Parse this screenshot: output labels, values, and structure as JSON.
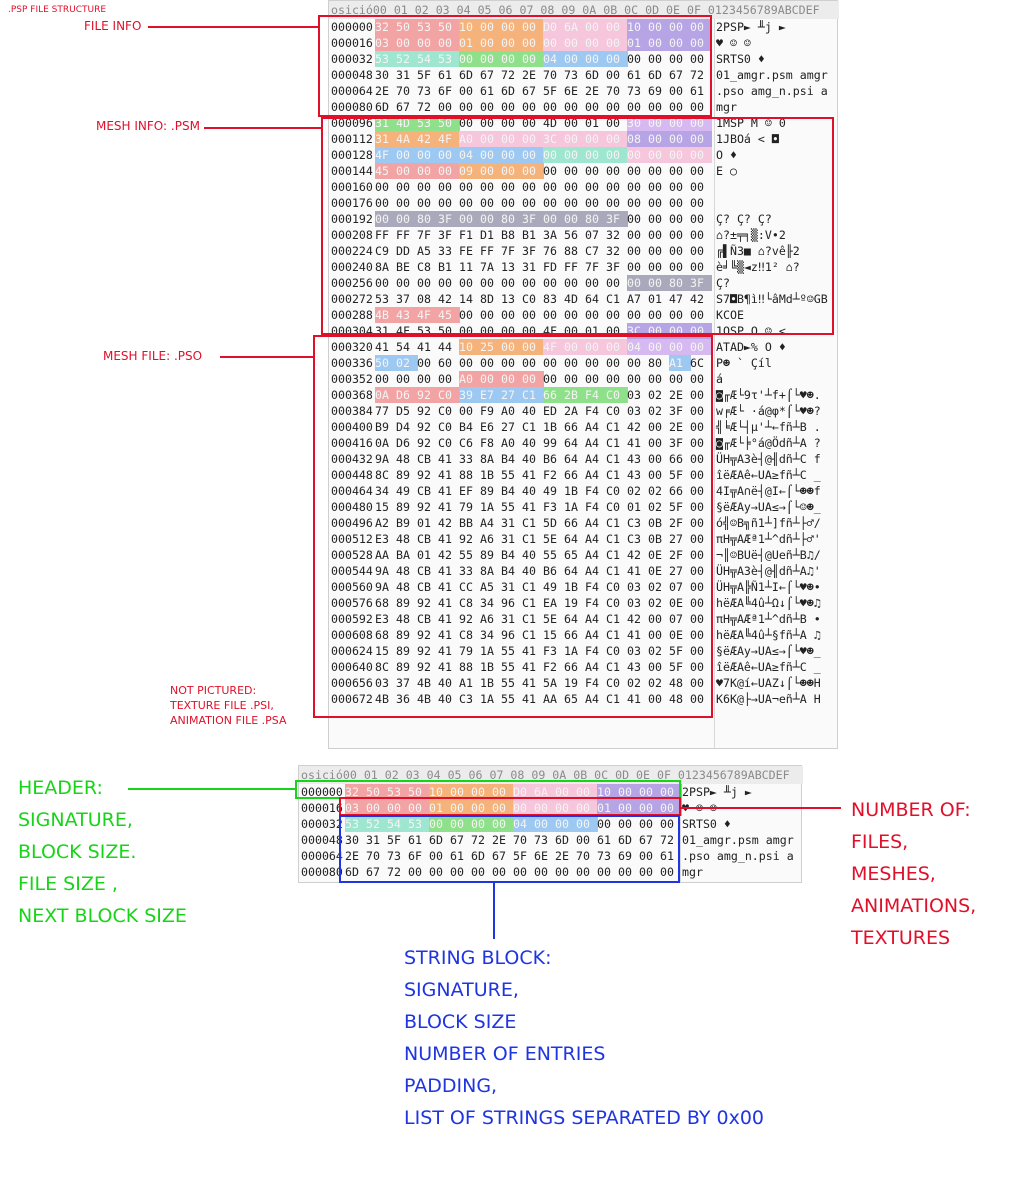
{
  "title": ".PSP FILE STRUCTURE",
  "hex_header": "osició00 01 02 03 04 05 06 07 08 09 0A 0B 0C 0D 0E 0F 0123456789ABCDEF",
  "top_dump": {
    "rows": [
      {
        "off": "000000",
        "bytes": "32 50 53 50 10 00 00 00 D0 6A 00 00 10 00 00 00",
        "ascii": "2PSP► ╨j ►"
      },
      {
        "off": "000016",
        "bytes": "03 00 00 00 01 00 00 00 00 00 00 00 01 00 00 00",
        "ascii": "♥ ☺ ☺"
      },
      {
        "off": "000032",
        "bytes": "53 52 54 53 00 00 00 00 04 00 00 00 00 00 00 00",
        "ascii": "SRTS0 ♦"
      },
      {
        "off": "000048",
        "bytes": "30 31 5F 61 6D 67 72 2E 70 73 6D 00 61 6D 67 72",
        "ascii": "01_amgr.psm amgr"
      },
      {
        "off": "000064",
        "bytes": "2E 70 73 6F 00 61 6D 67 5F 6E 2E 70 73 69 00 61",
        "ascii": ".pso amg_n.psi a"
      },
      {
        "off": "000080",
        "bytes": "6D 67 72 00 00 00 00 00 00 00 00 00 00 00 00 00",
        "ascii": "mgr"
      },
      {
        "off": "000096",
        "bytes": "31 4D 53 50 00 00 00 00 4D 00 01 00 30 00 00 00",
        "ascii": "1MSP M ☺ 0"
      },
      {
        "off": "000112",
        "bytes": "31 4A 42 4F A0 00 00 00 3C 00 00 00 08 00 00 00",
        "ascii": "1JBOá < ◘"
      },
      {
        "off": "000128",
        "bytes": "4F 00 00 00 04 00 00 00 00 00 00 00 00 00 00 00",
        "ascii": "O ♦"
      },
      {
        "off": "000144",
        "bytes": "45 00 00 00 09 00 00 00 00 00 00 00 00 00 00 00",
        "ascii": "E ○"
      },
      {
        "off": "000160",
        "bytes": "00 00 00 00 00 00 00 00 00 00 00 00 00 00 00 00",
        "ascii": ""
      },
      {
        "off": "000176",
        "bytes": "00 00 00 00 00 00 00 00 00 00 00 00 00 00 00 00",
        "ascii": ""
      },
      {
        "off": "000192",
        "bytes": "00 00 80 3F 00 00 80 3F 00 00 80 3F 00 00 00 00",
        "ascii": "Ç? Ç? Ç?"
      },
      {
        "off": "000208",
        "bytes": "FF FF 7F 3F F1 D1 B8 B1 3A 56 07 32 00 00 00 00",
        "ascii": "⌂?±╤╕▒:V•2"
      },
      {
        "off": "000224",
        "bytes": "C9 DD A5 33 FE FF 7F 3F 76 88 C7 32 00 00 00 00",
        "ascii": "╔▌Ñ3■ ⌂?vê╟2"
      },
      {
        "off": "000240",
        "bytes": "8A BE C8 B1 11 7A 13 31 FD FF 7F 3F 00 00 00 00",
        "ascii": "è╛╚▒◄z‼1² ⌂?"
      },
      {
        "off": "000256",
        "bytes": "00 00 00 00 00 00 00 00 00 00 00 00 00 00 80 3F",
        "ascii": "Ç?"
      },
      {
        "off": "000272",
        "bytes": "53 37 08 42 14 8D 13 C0 83 4D 64 C1 A7 01 47 42",
        "ascii": "S7◘B¶ì‼└âMd┴º☺GB"
      },
      {
        "off": "000288",
        "bytes": "4B 43 4F 45 00 00 00 00 00 00 00 00 00 00 00 00",
        "ascii": "KCOE"
      },
      {
        "off": "000304",
        "bytes": "31 4F 53 50 00 00 00 00 4F 00 01 00 3C 00 00 00",
        "ascii": "1OSP O ☺ <"
      },
      {
        "off": "000320",
        "bytes": "41 54 41 44 10 25 00 00 4F 00 00 00 04 00 00 00",
        "ascii": "ATAD►% O ♦"
      },
      {
        "off": "000336",
        "bytes": "50 02 00 60 00 00 00 00 00 00 00 00 00 80 A1 6C",
        "ascii": "P☻ ` Çíl"
      },
      {
        "off": "000352",
        "bytes": "00 00 00 00 A0 00 00 00 00 00 00 00 00 00 00 00",
        "ascii": "á"
      },
      {
        "off": "000368",
        "bytes": "0A D6 92 C0 39 E7 27 C1 66 2B F4 C0 03 02 2E 00",
        "ascii": "◙╓Æ└9τ'┴f+⌠└♥☻."
      },
      {
        "off": "000384",
        "bytes": "77 D5 92 C0 00 F9 A0 40 ED 2A F4 C0 03 02 3F 00",
        "ascii": "w╒Æ└ ·á@φ*⌠└♥☻?"
      },
      {
        "off": "000400",
        "bytes": "B9 D4 92 C0 B4 E6 27 C1 1B 66 A4 C1 42 00 2E 00",
        "ascii": "╣╘Æ└┤µ'┴←fñ┴B ."
      },
      {
        "off": "000416",
        "bytes": "0A D6 92 C0 C6 F8 A0 40 99 64 A4 C1 41 00 3F 00",
        "ascii": "◙╓Æ└╞°á@Ödñ┴A ?"
      },
      {
        "off": "000432",
        "bytes": "9A 48 CB 41 33 8A B4 40 B6 64 A4 C1 43 00 66 00",
        "ascii": "ÜH╦A3è┤@╢dñ┴C f"
      },
      {
        "off": "000448",
        "bytes": "8C 89 92 41 88 1B 55 41 F2 66 A4 C1 43 00 5F 00",
        "ascii": "îëÆAê←UA≥fñ┴C _"
      },
      {
        "off": "000464",
        "bytes": "34 49 CB 41 EF 89 B4 40 49 1B F4 C0 02 02 66 00",
        "ascii": "4I╦A∩ë┤@I←⌠└☻☻f"
      },
      {
        "off": "000480",
        "bytes": "15 89 92 41 79 1A 55 41 F3 1A F4 C0 01 02 5F 00",
        "ascii": "§ëÆAy→UA≤→⌠└☺☻_"
      },
      {
        "off": "000496",
        "bytes": "A2 B9 01 42 BB A4 31 C1 5D 66 A4 C1 C3 0B 2F 00",
        "ascii": "ó╣☺B╗ñ1┴]fñ┴├♂/"
      },
      {
        "off": "000512",
        "bytes": "E3 48 CB 41 92 A6 31 C1 5E 64 A4 C1 C3 0B 27 00",
        "ascii": "πH╦AÆª1┴^dñ┴├♂'"
      },
      {
        "off": "000528",
        "bytes": "AA BA 01 42 55 89 B4 40 55 65 A4 C1 42 0E 2F 00",
        "ascii": "¬║☺BUë┤@Ueñ┴B♫/"
      },
      {
        "off": "000544",
        "bytes": "9A 48 CB 41 33 8A B4 40 B6 64 A4 C1 41 0E 27 00",
        "ascii": "ÜH╦A3è┤@╢dñ┴A♫'"
      },
      {
        "off": "000560",
        "bytes": "9A 48 CB 41 CC A5 31 C1 49 1B F4 C0 03 02 07 00",
        "ascii": "ÜH╦A╠Ñ1┴I←⌠└♥☻•"
      },
      {
        "off": "000576",
        "bytes": "68 89 92 41 C8 34 96 C1 EA 19 F4 C0 03 02 0E 00",
        "ascii": "hëÆA╚4û┴Ω↓⌠└♥☻♫"
      },
      {
        "off": "000592",
        "bytes": "E3 48 CB 41 92 A6 31 C1 5E 64 A4 C1 42 00 07 00",
        "ascii": "πH╦AÆª1┴^dñ┴B •"
      },
      {
        "off": "000608",
        "bytes": "68 89 92 41 C8 34 96 C1 15 66 A4 C1 41 00 0E 00",
        "ascii": "hëÆA╚4û┴§fñ┴A ♫"
      },
      {
        "off": "000624",
        "bytes": "15 89 92 41 79 1A 55 41 F3 1A F4 C0 03 02 5F 00",
        "ascii": "§ëÆAy→UA≤→⌠└♥☻_"
      },
      {
        "off": "000640",
        "bytes": "8C 89 92 41 88 1B 55 41 F2 66 A4 C1 43 00 5F 00",
        "ascii": "îëÆAê←UA≥fñ┴C _"
      },
      {
        "off": "000656",
        "bytes": "03 37 4B 40 A1 1B 55 41 5A 19 F4 C0 02 02 48 00",
        "ascii": "♥7K@í←UAZ↓⌠└☻☻H"
      },
      {
        "off": "000672",
        "bytes": "4B 36 4B 40 C3 1A 55 41 AA 65 A4 C1 41 00 48 00",
        "ascii": "K6K@├→UA¬eñ┴A H"
      }
    ]
  },
  "bottom_dump": {
    "rows": [
      {
        "off": "000000",
        "bytes": "32 50 53 50 10 00 00 00 D0 6A 00 00 10 00 00 00",
        "ascii": "2PSP► ╨j ►"
      },
      {
        "off": "000016",
        "bytes": "03 00 00 00 01 00 00 00 00 00 00 00 01 00 00 00",
        "ascii": "♥ ☺ ☺"
      },
      {
        "off": "000032",
        "bytes": "53 52 54 53 00 00 00 00 04 00 00 00 00 00 00 00",
        "ascii": "SRTS0 ♦"
      },
      {
        "off": "000048",
        "bytes": "30 31 5F 61 6D 67 72 2E 70 73 6D 00 61 6D 67 72",
        "ascii": "01_amgr.psm amgr"
      },
      {
        "off": "000064",
        "bytes": "2E 70 73 6F 00 61 6D 67 5F 6E 2E 70 73 69 00 61",
        "ascii": ".pso amg_n.psi a"
      },
      {
        "off": "000080",
        "bytes": "6D 67 72 00 00 00 00 00 00 00 00 00 00 00 00 00",
        "ascii": "mgr"
      }
    ]
  },
  "labels": {
    "file_info": "FILE INFO",
    "mesh_info": "MESH INFO: .PSM",
    "mesh_file": "MESH FILE: .PSO",
    "not_pictured": "NOT PICTURED:\nTEXTURE FILE .PSI,\nANIMATION FILE .PSA",
    "header": "HEADER:\nSIGNATURE,\nBLOCK SIZE.\nFILE SIZE ,\nNEXT BLOCK SIZE",
    "number_of": "NUMBER OF:\nFILES,\nMESHES,\nANIMATIONS,\nTEXTURES",
    "string_block": "STRING BLOCK:\nSIGNATURE,\nBLOCK SIZE\nNUMBER OF ENTRIES\nPADDING,\nLIST OF STRINGS SEPARATED BY 0x00"
  },
  "colors": {
    "red": "#e0102a",
    "green": "#18d418",
    "blue": "#1f35e0",
    "hl_red": "#f2a3a3",
    "hl_orange": "#f5b27a",
    "hl_pink": "#f6c6dc",
    "hl_purple": "#b6a4e4",
    "hl_green": "#8fe08a",
    "hl_teal": "#9ee6cf",
    "hl_blue": "#9cc8f2",
    "hl_gray": "#a9a9bb",
    "hl_lilac": "#d7b9f1"
  }
}
